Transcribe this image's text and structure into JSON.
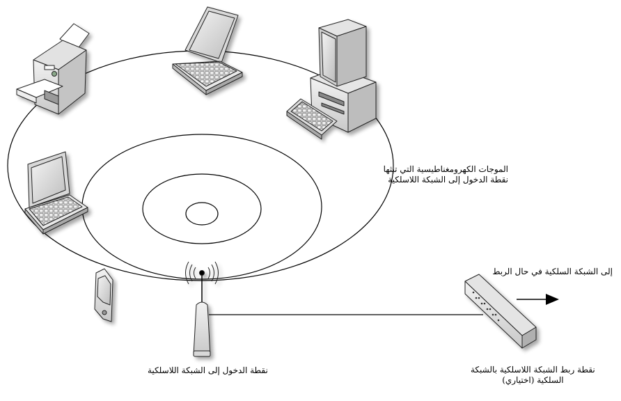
{
  "labels": {
    "waves_line1": "الموجات الكهرومغناطيسية التي تبثها",
    "waves_line2": "نقطة الدخول إلى الشبكة اللاسلكية",
    "wired_network": "إلى الشبكة السلكية في حال الربط",
    "access_point": "نقطة الدخول إلى الشبكة اللاسلكية",
    "bridge_line1": "نقطة ربط الشبكة اللاسلكية بالشبكة",
    "bridge_line2": "السلكية (اختياري)"
  },
  "devices": [
    "printer-icon",
    "laptop-icon",
    "desktop-computer-icon",
    "laptop-icon",
    "pda-icon",
    "access-point-icon",
    "network-bridge-icon"
  ]
}
